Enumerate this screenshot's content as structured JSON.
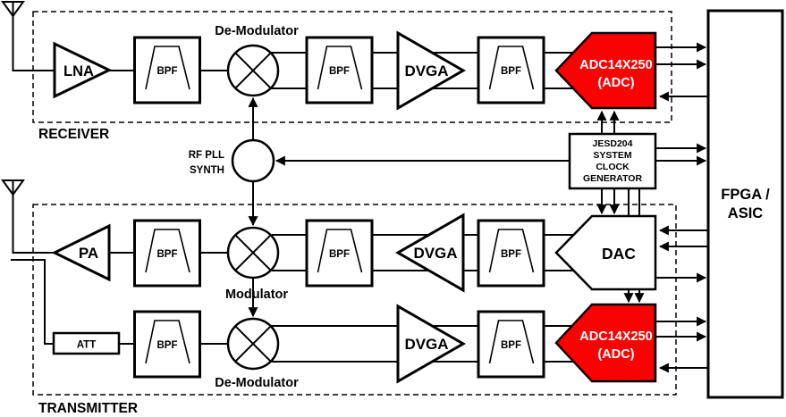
{
  "colors": {
    "adc_highlight": "#fb0202",
    "block_fill": "#ffffff",
    "line": "#000000"
  },
  "receiver_section": {
    "title": "RECEIVER",
    "lna": "LNA",
    "bpf": "BPF",
    "demodulator": "De-Modulator",
    "dvga": "DVGA",
    "adc_name": "ADC14X250",
    "adc_type": "(ADC)"
  },
  "clock_section": {
    "rf_pll_line1": "RF PLL",
    "rf_pll_line2": "SYNTH",
    "jesd_line1": "JESD204",
    "jesd_line2": "SYSTEM",
    "jesd_line3": "CLOCK",
    "jesd_line4": "GENERATOR"
  },
  "transmitter_section": {
    "title": "TRANSMITTER",
    "pa": "PA",
    "att": "ATT",
    "bpf": "BPF",
    "modulator": "Modulator",
    "demodulator": "De-Modulator",
    "dvga": "DVGA",
    "dac": "DAC",
    "adc_name": "ADC14X250",
    "adc_type": "(ADC)"
  },
  "fpga": {
    "line1": "FPGA /",
    "line2": "ASIC"
  }
}
